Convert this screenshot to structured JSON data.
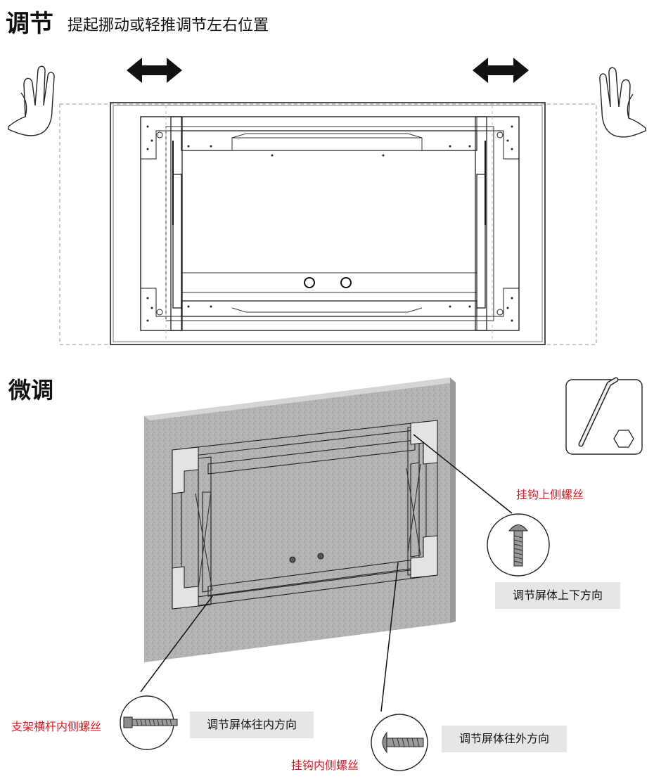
{
  "section_adjust": {
    "title": "调节",
    "subtitle": "提起挪动或轻推调节左右位置"
  },
  "section_fine": {
    "title": "微调"
  },
  "labels": {
    "hook_upper_screw": "挂钩上侧螺丝",
    "hook_upper_desc": "调节屏体上下方向",
    "bracket_bar_inner_screw": "支架横杆内侧螺丝",
    "bracket_bar_inner_desc": "调节屏体往内方向",
    "hook_inner_screw": "挂钩内侧螺丝",
    "hook_inner_desc": "调节屏体往外方向"
  },
  "colors": {
    "callout_red": "#e0141e",
    "label_bg": "#e6e6e6",
    "wall_gray": "#b3b3b3"
  },
  "icons": [
    "left-right-arrow-icon",
    "hand-icon",
    "hex-key-icon",
    "screw-icon"
  ]
}
